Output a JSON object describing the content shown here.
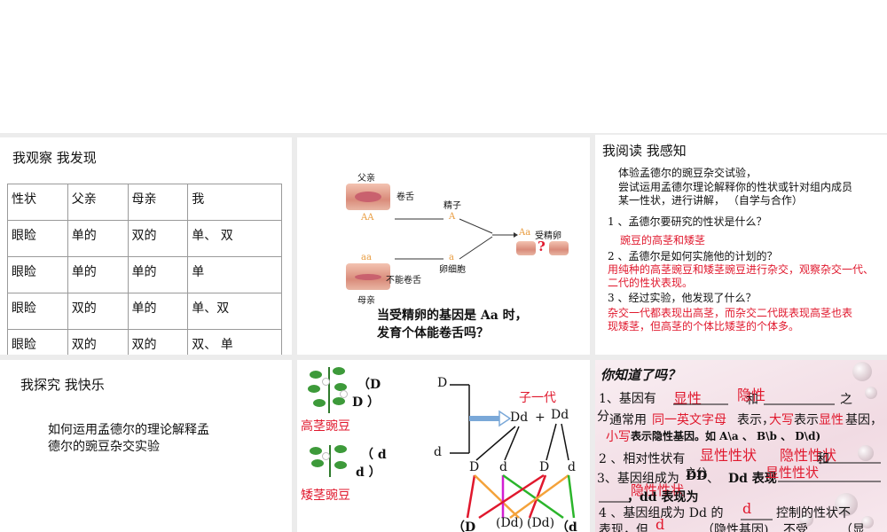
{
  "colors": {
    "accent_red": "#e0182d",
    "table_border": "#9a9a9a",
    "pink_bg": "#f6e6ec"
  },
  "panel1": {
    "title": "我观察 我发现",
    "table": {
      "headers": [
        "性状",
        "父亲",
        "母亲",
        "我"
      ],
      "rows": [
        [
          "眼睑",
          "单的",
          "双的",
          "单、 双"
        ],
        [
          "眼睑",
          "单的",
          "单的",
          "单"
        ],
        [
          "眼睑",
          "双的",
          "单的",
          "单、双"
        ],
        [
          "眼睑",
          "双的",
          "双的",
          "双、 单"
        ]
      ]
    }
  },
  "panel2": {
    "father": "父亲",
    "roll_tongue": "卷舌",
    "father_genotype": "AA",
    "sperm_label": "精子",
    "sperm_gene": "A",
    "zygote_gene": "Aa",
    "zygote_label": "受精卵",
    "question_mark": "?",
    "mother_genotype": "aa",
    "egg_gene": "a",
    "egg_label": "卵细胞",
    "no_roll": "不能卷舌",
    "mother": "母亲",
    "question_line1": "当受精卵的基因是 Aa 时，",
    "question_line2": "发育个体能卷舌吗？"
  },
  "panel3": {
    "title": "我阅读 我感知",
    "intro1": "体验孟德尔的豌豆杂交试验，",
    "intro2": "尝试运用孟德尔理论解释你的性状或针对组内成员",
    "intro3": "某一性状，进行讲解， （自学与合作）",
    "q1": "1 、孟德尔要研究的性状是什么？",
    "a1": "豌豆的高茎和矮茎",
    "q2": "2 、孟德尔是如何实施他的计划的？",
    "a2_line1": "用纯种的高茎豌豆和矮茎豌豆进行杂交，观察杂交一代、",
    "a2_line2": "二代的性状表现。",
    "q3": "3 、经过实验，他发现了什么？",
    "a3_line1": "杂交一代都表现出高茎，而杂交二代既表现高茎也表",
    "a3_line2": "现矮茎，但高茎的个体比矮茎的个体多。"
  },
  "panel4": {
    "title": "我探究 我快乐",
    "body1": "如何运用孟德尔的理论解释孟",
    "body2": "德尔的豌豆杂交实验"
  },
  "panel5": {
    "tall_gene_open": "（D",
    "tall_gene_close": "D ）",
    "tall_label": "高茎豌豆",
    "short_gene_open": "（ d",
    "short_gene_close": "d ）",
    "short_label": "矮茎豌豆",
    "parent_D": "D",
    "parent_d": "d",
    "f1_label": "子一代",
    "f1_left": "Dd",
    "plus": "+",
    "f1_right": "Dd",
    "gametes": [
      "D",
      "d",
      "D",
      "d"
    ],
    "f2": [
      "（D",
      "(Dd)",
      "(Dd)",
      "（d"
    ]
  },
  "panel6": {
    "title": "你知道了吗？",
    "l1_prefix": "1、基因有",
    "l1_suffix": "之",
    "ans_dominant": "显性",
    "ans_recessive": "隐性",
    "and_word": "和",
    "l2_cont": "分",
    "l2_text_a": "通常用",
    "l2_text_b": "同一英文字母",
    "l2_text_c": "表示，",
    "l2_text_d": "大写",
    "l2_text_e": "表示",
    "l2_text_f": "显性",
    "l2_text_g": "基因，",
    "l3_a": "小写",
    "l3_b": "表示隐性基因。如 A\\a 、 B\\b 、 D\\d)",
    "l4_prefix": "2 、相对性状有",
    "ans_dom_trait": "显性性状",
    "ans_rec_trait": "隐性性状",
    "l4_and": "和",
    "l5_prefix": "3、基因组成为",
    "l5_dd1": "DD",
    "l5_mid": "、",
    "l5_dd2": "Dd 表现",
    "ans_dom_trait2": "显性性状",
    "l5_paren": "之分",
    "l6_dd": "，dd 表现为",
    "ans_rec_trait2": "隐性性状",
    "l7_prefix": "4 、基因组成为 Dd 的",
    "l7_ans": "d",
    "l7_suffix": "控制的性状不",
    "l8_a": "表现，但",
    "l8_ans": "d",
    "l8_b": "（隐性基因)",
    "l8_c": "不受",
    "l8_d": "（显"
  }
}
